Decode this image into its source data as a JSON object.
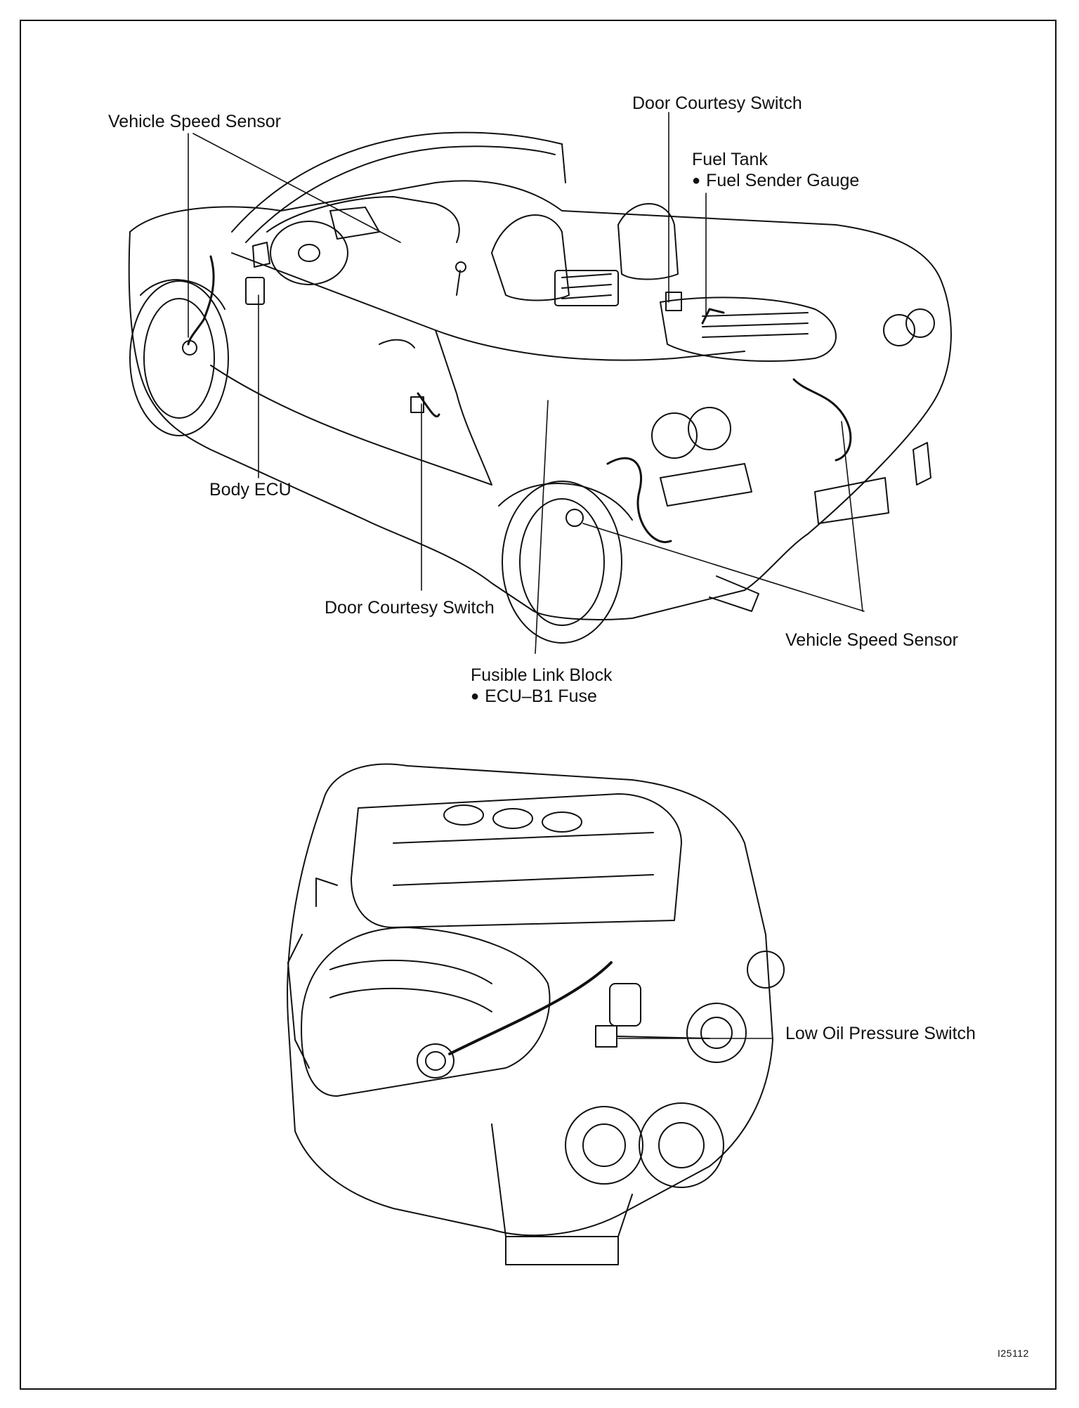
{
  "labels": {
    "vss_top": "Vehicle Speed Sensor",
    "door_top": "Door Courtesy Switch",
    "fuel_tank": "Fuel Tank",
    "fuel_sender": "Fuel Sender Gauge",
    "body_ecu": "Body ECU",
    "door_bottom": "Door Courtesy Switch",
    "vss_bottom": "Vehicle Speed Sensor",
    "fusible_link": "Fusible Link Block",
    "ecu_fuse": "ECU–B1 Fuse",
    "oil_switch": "Low Oil Pressure Switch"
  },
  "figure_id": "I25112",
  "colors": {
    "line": "#111111",
    "background": "#ffffff"
  }
}
